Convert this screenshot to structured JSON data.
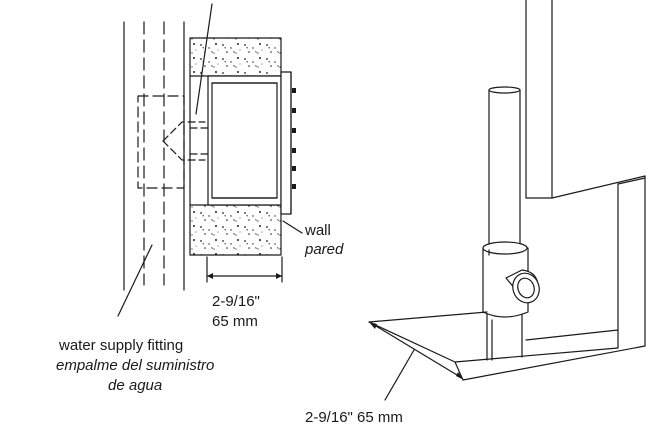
{
  "left_view": {
    "wall_label": "wall",
    "wall_label_es": "pared",
    "dimension_in": "2-9/16\"",
    "dimension_mm": "65 mm",
    "fitting_label": "water supply fitting",
    "fitting_label_es_1": "empalme del suministro",
    "fitting_label_es_2": "de agua"
  },
  "right_view": {
    "dimension": "2-9/16\" 65 mm"
  }
}
